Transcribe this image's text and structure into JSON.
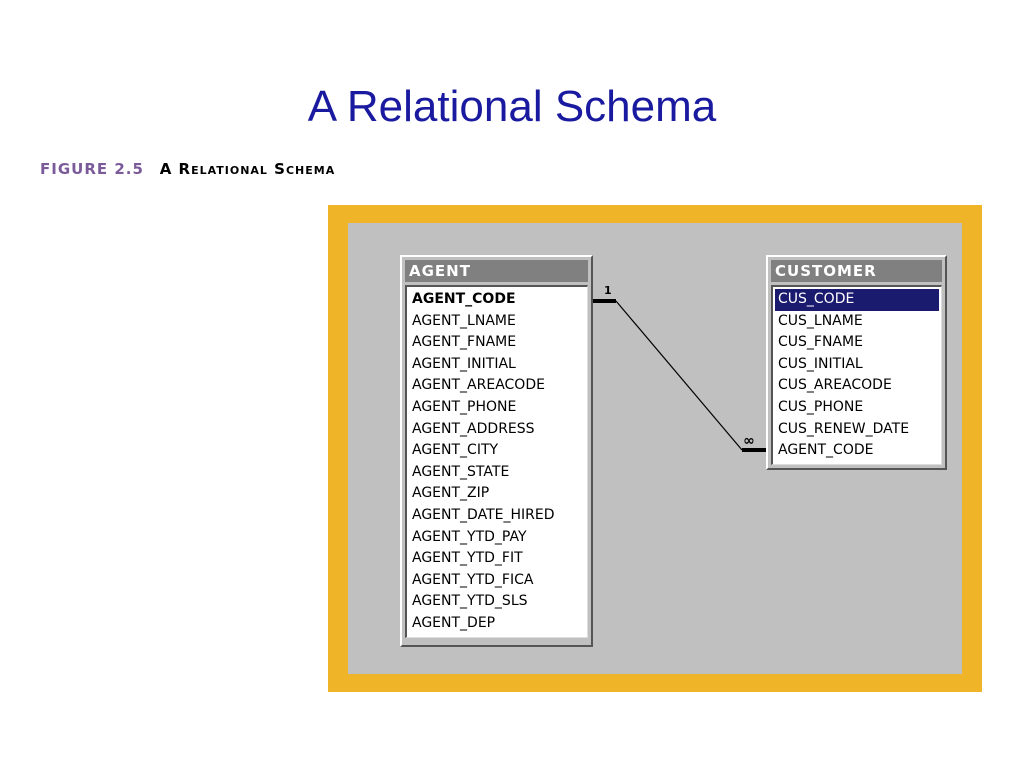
{
  "slide": {
    "title": "A Relational Schema"
  },
  "figure": {
    "label": "FIGURE 2.5",
    "name": "A Relational Schema"
  },
  "colors": {
    "frame": "#f0b428",
    "canvas": "#c0c0c0",
    "header": "#808080",
    "selected": "#1a1a6e",
    "title": "#1a1aa0"
  },
  "tables": {
    "agent": {
      "name": "AGENT",
      "fields": [
        {
          "label": "AGENT_CODE",
          "key": true
        },
        {
          "label": "AGENT_LNAME"
        },
        {
          "label": "AGENT_FNAME"
        },
        {
          "label": "AGENT_INITIAL"
        },
        {
          "label": "AGENT_AREACODE"
        },
        {
          "label": "AGENT_PHONE"
        },
        {
          "label": "AGENT_ADDRESS"
        },
        {
          "label": "AGENT_CITY"
        },
        {
          "label": "AGENT_STATE"
        },
        {
          "label": "AGENT_ZIP"
        },
        {
          "label": "AGENT_DATE_HIRED"
        },
        {
          "label": "AGENT_YTD_PAY"
        },
        {
          "label": "AGENT_YTD_FIT"
        },
        {
          "label": "AGENT_YTD_FICA"
        },
        {
          "label": "AGENT_YTD_SLS"
        },
        {
          "label": "AGENT_DEP"
        }
      ]
    },
    "customer": {
      "name": "CUSTOMER",
      "fields": [
        {
          "label": "CUS_CODE",
          "selected": true
        },
        {
          "label": "CUS_LNAME"
        },
        {
          "label": "CUS_FNAME"
        },
        {
          "label": "CUS_INITIAL"
        },
        {
          "label": "CUS_AREACODE"
        },
        {
          "label": "CUS_PHONE"
        },
        {
          "label": "CUS_RENEW_DATE"
        },
        {
          "label": "AGENT_CODE"
        }
      ]
    }
  },
  "relationship": {
    "from_card": "1",
    "to_card": "∞"
  }
}
